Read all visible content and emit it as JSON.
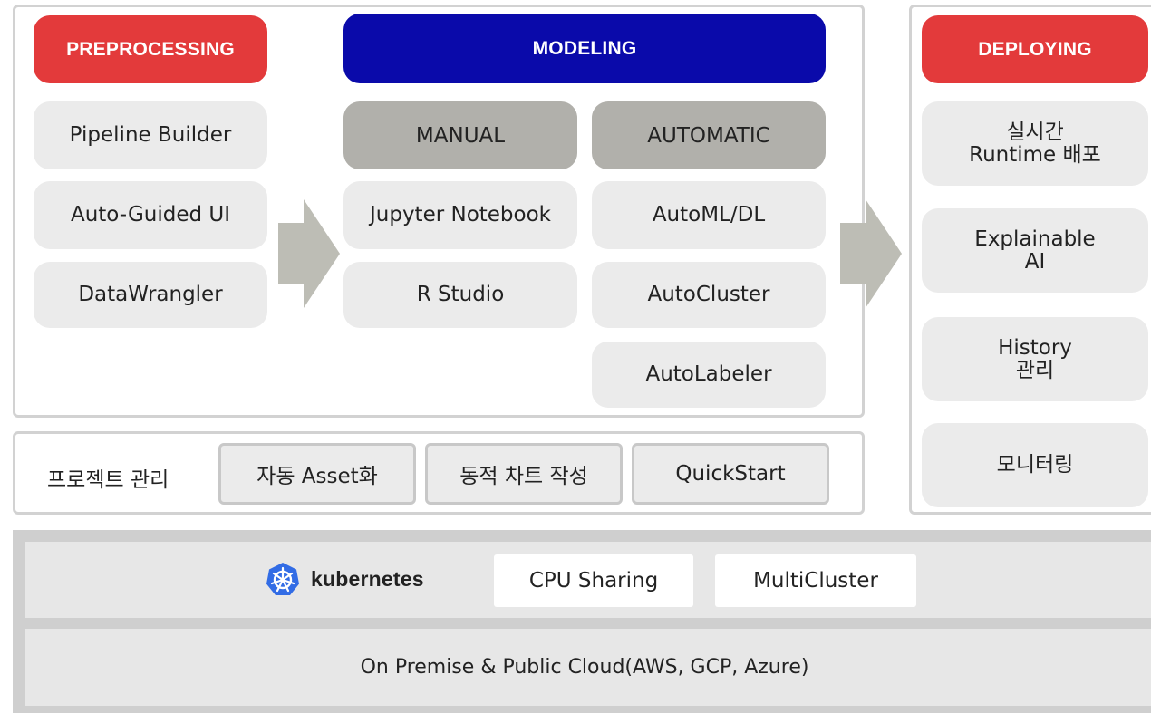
{
  "colors": {
    "preprocessing": "#e33a3b",
    "modeling": "#0a0aaa",
    "deploying": "#e33a3b",
    "box": "#ebebeb",
    "subheader": "#b1b0ab",
    "arrow": "#bdbdb5"
  },
  "preprocessing": {
    "title": "PREPROCESSING",
    "items": [
      "Pipeline Builder",
      "Auto-Guided UI",
      "DataWrangler"
    ]
  },
  "modeling": {
    "title": "MODELING",
    "manual": {
      "title": "MANUAL",
      "items": [
        "Jupyter Notebook",
        "R Studio"
      ]
    },
    "automatic": {
      "title": "AUTOMATIC",
      "items": [
        "AutoML/DL",
        "AutoCluster",
        "AutoLabeler"
      ]
    }
  },
  "deploying": {
    "title": "DEPLOYING",
    "items": [
      "실시간\nRuntime 배포",
      "Explainable\nAI",
      "History\n관리",
      "모니터링"
    ]
  },
  "project": {
    "label": "프로젝트 관리",
    "tools": [
      "자동 Asset화",
      "동적 차트 작성",
      "QuickStart"
    ]
  },
  "infrastructure": {
    "kubernetes": {
      "icon": "kubernetes-helm-icon",
      "label": "kubernetes"
    },
    "features": [
      "CPU Sharing",
      "MultiCluster"
    ],
    "cloud": "On Premise & Public Cloud(AWS, GCP, Azure)"
  }
}
